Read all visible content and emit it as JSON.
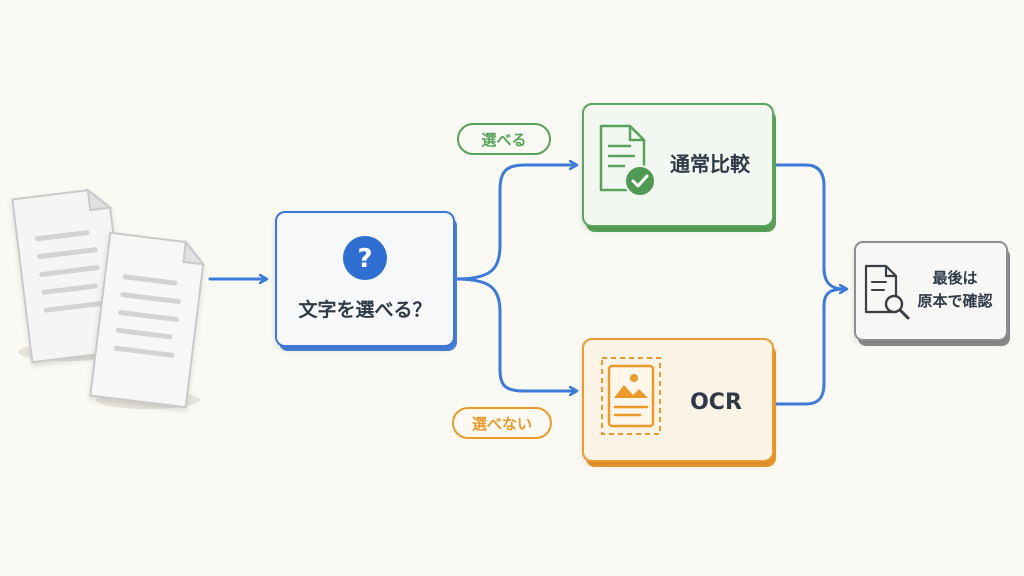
{
  "nodes": {
    "question": {
      "label": "文字を選べる？",
      "icon": "question-icon",
      "color": "#2f6fd1"
    },
    "normal": {
      "label": "通常比較",
      "icon": "document-check-icon",
      "color": "#56a35a"
    },
    "ocr": {
      "label": "OCR",
      "icon": "image-scan-icon",
      "color": "#eb9a2a"
    },
    "final": {
      "line1": "最後は",
      "line2": "原本で確認",
      "icon": "document-search-icon",
      "color": "#6b6b6b"
    }
  },
  "branches": {
    "yes": {
      "label": "選べる",
      "color": "#56a35a"
    },
    "no": {
      "label": "選べない",
      "color": "#eb9a2a"
    }
  },
  "input": {
    "icon": "documents-icon"
  },
  "connector_color": "#3d7bd9"
}
